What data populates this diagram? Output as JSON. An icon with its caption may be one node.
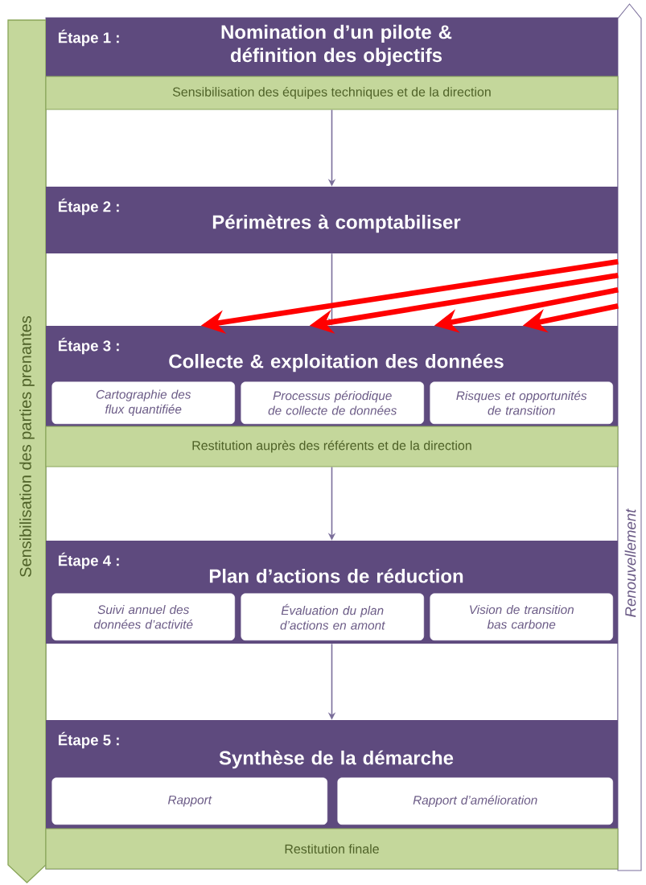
{
  "diagram": {
    "nodes": [
      {
        "text": [
          "Sensibilisation des parties prenantes"
        ]
      },
      {
        "text": [
          "Renouvellement"
        ]
      },
      {
        "text": [
          "Étape 1 :",
          "Nomination d’un pilote & définition des objectifs"
        ]
      },
      {
        "text": [
          "Sensibilisation des équipes techniques et de la direction"
        ]
      },
      {
        "text": [
          "Étape 2 :",
          "Périmètres à comptabiliser"
        ]
      },
      {
        "text": [
          "Étape 3 :",
          "Collecte & exploitation des données"
        ]
      },
      {
        "text": [
          "Cartographie des flux quantifiée"
        ],
        "in": 5
      },
      {
        "text": [
          "Processus périodique de collecte de données"
        ],
        "in": 5
      },
      {
        "text": [
          "Risques et opportunités de transition"
        ],
        "in": 5
      },
      {
        "text": [
          "Restitution auprès des référents et de la direction"
        ]
      },
      {
        "text": [
          "Étape 4 :",
          "Plan d’actions de réduction"
        ]
      },
      {
        "text": [
          "Suivi annuel des données d’activité"
        ],
        "in": 10
      },
      {
        "text": [
          "Évaluation du plan d’actions en amont"
        ],
        "in": 10
      },
      {
        "text": [
          "Vision de transition bas carbone"
        ],
        "in": 10
      },
      {
        "text": [
          "Étape 5 :",
          "Synthèse de la démarche"
        ]
      },
      {
        "text": [
          "Rapport"
        ],
        "in": 14
      },
      {
        "text": [
          "Rapport d’amélioration"
        ],
        "in": 14
      },
      {
        "text": [
          "Restitution finale"
        ]
      }
    ],
    "edges": [
      {
        "from": 3,
        "to": 4,
        "arrow": "to"
      },
      {
        "from": 4,
        "to": 5,
        "arrow": "to"
      },
      {
        "from": 9,
        "to": 10,
        "arrow": "to"
      },
      {
        "from": 10,
        "to": 14,
        "arrow": "to"
      },
      {
        "from": 1,
        "to": 5,
        "arrow": "to",
        "style": "thick",
        "color": "#ff0000"
      },
      {
        "from": 1,
        "to": 5,
        "arrow": "to",
        "style": "thick",
        "color": "#ff0000"
      },
      {
        "from": 1,
        "to": 5,
        "arrow": "to",
        "style": "thick",
        "color": "#ff0000"
      },
      {
        "from": 1,
        "to": 5,
        "arrow": "to",
        "style": "thick",
        "color": "#ff0000"
      }
    ]
  }
}
